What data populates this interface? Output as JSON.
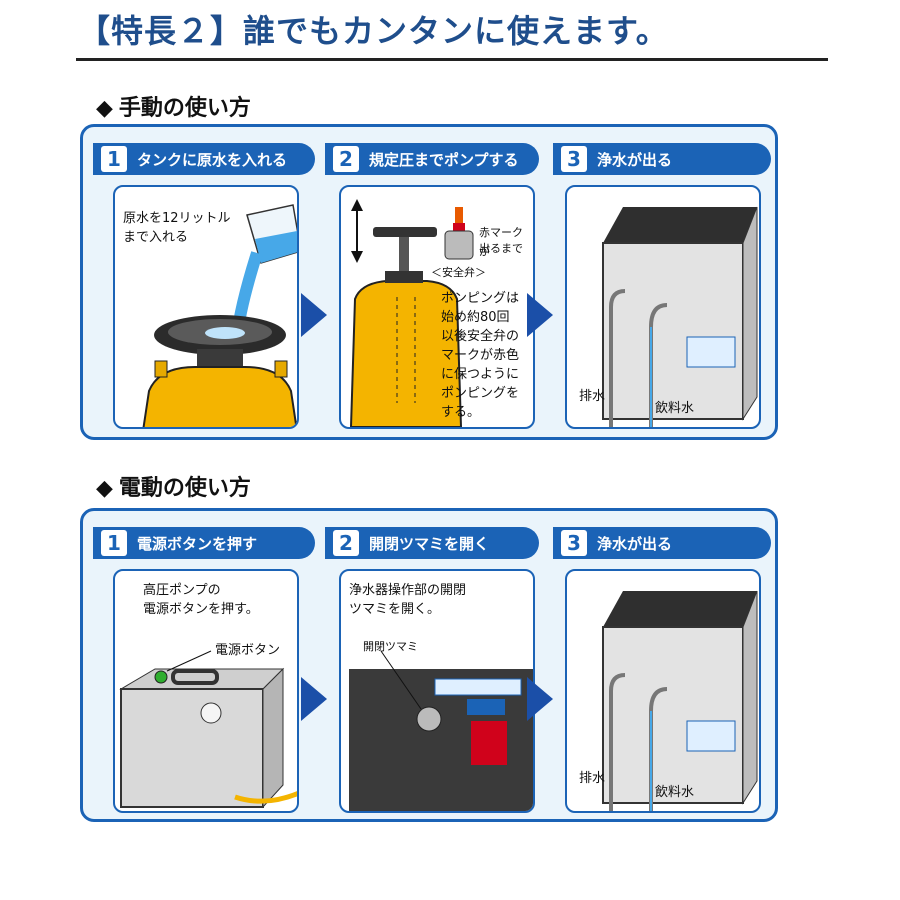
{
  "title": "【特長２】誰でもカンタンに使えます。",
  "manual": {
    "heading": "手動の使い方",
    "steps": [
      {
        "num": "1",
        "label": "タンクに原水を入れる"
      },
      {
        "num": "2",
        "label": "規定圧までポンプする"
      },
      {
        "num": "3",
        "label": "浄水が出る"
      }
    ],
    "step1_note_line1": "原水を12リットル",
    "step1_note_line2": "まで入れる",
    "step2_mark_line1": "赤マークが",
    "step2_mark_line2": "出るまで",
    "step2_valve": "＜安全弁＞",
    "step2_note_lines": [
      "ポンピングは",
      "始め約80回",
      "以後安全弁の",
      "マークが赤色",
      "に保つように",
      "ポンピングを",
      "する。"
    ],
    "step3_drain": "排水",
    "step3_drink": "飲料水"
  },
  "electric": {
    "heading": "電動の使い方",
    "steps": [
      {
        "num": "1",
        "label": "電源ボタンを押す"
      },
      {
        "num": "2",
        "label": "開閉ツマミを開く"
      },
      {
        "num": "3",
        "label": "浄水が出る"
      }
    ],
    "step1_note_line1": "高圧ポンプの",
    "step1_note_line2": "電源ボタンを押す。",
    "step1_button": "電源ボタン",
    "step2_note_line1": "浄水器操作部の開閉",
    "step2_note_line2": "ツマミを開く。",
    "step2_knob": "開閉ツマミ",
    "step3_drain": "排水",
    "step3_drink": "飲料水"
  },
  "colors": {
    "accent": "#1b63b6",
    "tank": "#f4b400",
    "water": "#47a8e8",
    "dark": "#333333"
  }
}
